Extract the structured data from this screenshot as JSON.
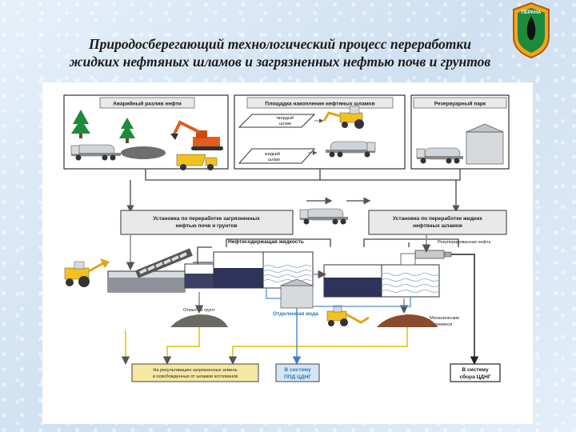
{
  "title": {
    "line1": "Природосберегающий технологический процесс переработки",
    "line2": "жидких нефтяных шламов и загрязненных нефтью почв и грунтов"
  },
  "logo": {
    "text": "ПЕРАНА"
  },
  "diagram": {
    "top_boxes": {
      "spill": "Аварийный разлив нефти",
      "storage_site": "Площадка накопления нефтяных шламов",
      "tank_farm": "Резервуарный парк"
    },
    "sludge": {
      "solid_1": "твердый",
      "solid_2": "шлам",
      "liquid_1": "жидкий",
      "liquid_2": "шлам"
    },
    "units": {
      "soil_1": "Установка по переработке загрязненных",
      "soil_2": "нефтью почв и грунтов",
      "liquid_1": "Установка по переработке жидких",
      "liquid_2": "нефтяных шламов"
    },
    "flows": {
      "oily_liquid": "Нефтесодержащая жидкость",
      "recovered_oil": "Рекуперированная нефть",
      "washed_soil": "Отмытый грунт",
      "separated_water": "Отделенная вода",
      "mech_1": "Механические",
      "mech_2": "примеси"
    },
    "outputs": {
      "recult_1": "На рекультивацию загрязненных земель",
      "recult_2": "и освобожденных от шламов котлованов",
      "ppd_1": "В систему",
      "ppd_2": "ППД ЦДНГ",
      "cdng_1": "В систему",
      "cdng_2": "сбора ЦДНГ"
    },
    "colors": {
      "oil_stream": "#8a8a8a",
      "water_stream": "#4f8fcc",
      "output_stream": "#e3c100",
      "product_stream": "#222222"
    }
  }
}
